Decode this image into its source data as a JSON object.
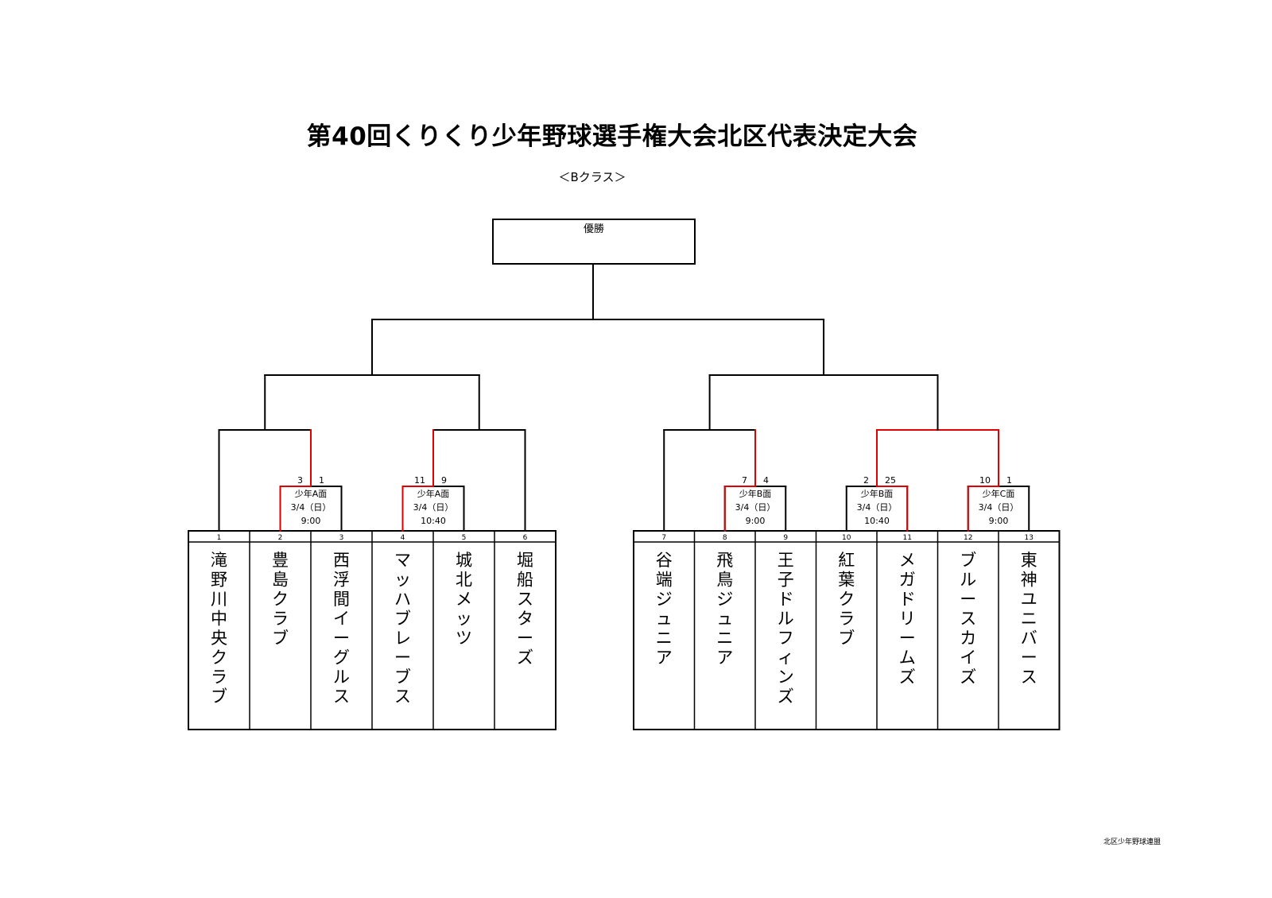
{
  "title": "第40回くりくり少年野球選手権大会北区代表決定大会",
  "subtitle": "＜Bクラス＞",
  "champion_label": "優勝",
  "footer": "北区少年野球連盟",
  "colors": {
    "line": "#000000",
    "winner": "#e00000"
  },
  "teams": [
    {
      "num": "1",
      "name": "滝野川中央クラブ"
    },
    {
      "num": "2",
      "name": "豊島クラブ"
    },
    {
      "num": "3",
      "name": "西浮間イーグルス"
    },
    {
      "num": "4",
      "name": "マッハブレーブス"
    },
    {
      "num": "5",
      "name": "城北メッツ"
    },
    {
      "num": "6",
      "name": "堀船スターズ"
    },
    {
      "num": "7",
      "name": "谷端ジュニア"
    },
    {
      "num": "8",
      "name": "飛鳥ジュニア"
    },
    {
      "num": "9",
      "name": "王子ドルフィンズ"
    },
    {
      "num": "10",
      "name": "紅葉クラブ"
    },
    {
      "num": "11",
      "name": "メガドリームズ"
    },
    {
      "num": "12",
      "name": "ブルースカイズ"
    },
    {
      "num": "13",
      "name": "東神ユニバース"
    }
  ],
  "games": [
    {
      "teams": [
        2,
        3
      ],
      "scores": [
        "3",
        "1"
      ],
      "winner": 2,
      "venue": "少年A面",
      "date": "3/4（日）",
      "time": "9:00"
    },
    {
      "teams": [
        4,
        5
      ],
      "scores": [
        "11",
        "9"
      ],
      "winner": 4,
      "venue": "少年A面",
      "date": "3/4（日）",
      "time": "10:40"
    },
    {
      "teams": [
        8,
        9
      ],
      "scores": [
        "7",
        "4"
      ],
      "winner": 8,
      "venue": "少年B面",
      "date": "3/4（日）",
      "time": "9:00"
    },
    {
      "teams": [
        10,
        11
      ],
      "scores": [
        "2",
        "25"
      ],
      "winner": 11,
      "venue": "少年B面",
      "date": "3/4（日）",
      "time": "10:40"
    },
    {
      "teams": [
        12,
        13
      ],
      "scores": [
        "10",
        "1"
      ],
      "winner": 12,
      "venue": "少年C面",
      "date": "3/4（日）",
      "time": "9:00"
    }
  ]
}
